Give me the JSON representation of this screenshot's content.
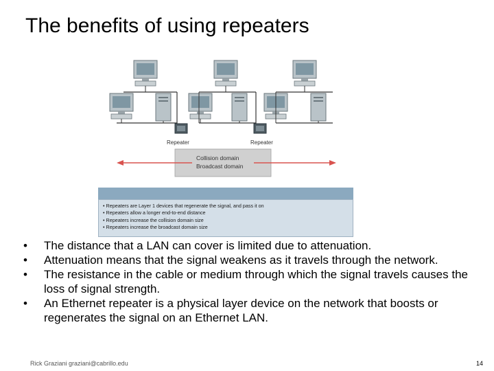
{
  "title": "The benefits of using repeaters",
  "diagram": {
    "repeater_label_1": "Repeater",
    "repeater_label_2": "Repeater",
    "domain_line_1": "Collision domain",
    "domain_line_2": "Broadcast domain",
    "caption_lines": [
      "• Repeaters are Layer 1 devices that regenerate the signal, and pass it on",
      "• Repeaters allow a longer end-to-end distance",
      "• Repeaters increase the collision domain size",
      "• Repeaters increase the broadcast domain size"
    ]
  },
  "bullets": [
    "The distance that a LAN can cover is limited due to attenuation.",
    "Attenuation means that the signal weakens as it travels through the network.",
    "The resistance in the cable or medium through which the signal travels causes the loss of signal strength.",
    "An Ethernet repeater is a physical layer device on the network that boosts or regenerates the signal on an Ethernet LAN."
  ],
  "footer": {
    "author": "Rick Graziani graziani@cabrillo.edu",
    "page_number": "14"
  },
  "colors": {
    "caption_band": "#8ba9bf",
    "caption_box": "#d4dfe8",
    "arrow": "#d9534f",
    "domain_box": "#d0d0d0"
  }
}
